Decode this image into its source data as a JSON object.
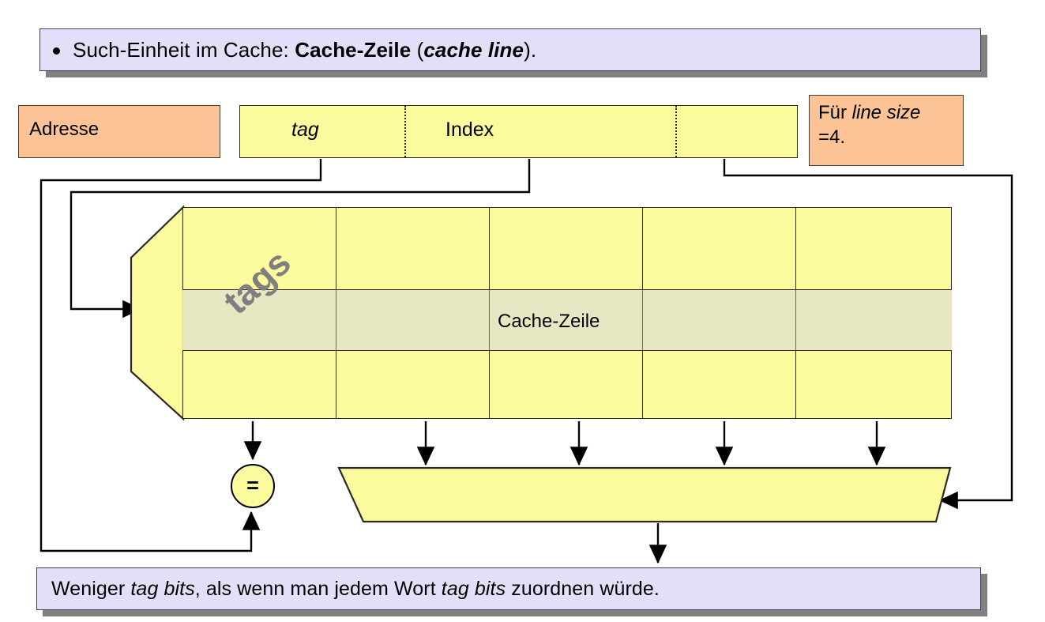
{
  "slide": {
    "top_banner": {
      "bullet": "•",
      "parts": [
        {
          "text": "Such-Einheit im Cache: ",
          "style": "normal"
        },
        {
          "text": "Cache-Zeile",
          "style": "bold"
        },
        {
          "text": " (",
          "style": "normal"
        },
        {
          "text": "cache line",
          "style": "bold-italic"
        },
        {
          "text": ").",
          "style": "normal"
        }
      ],
      "plain": "Such-Einheit im Cache: Cache-Zeile (cache line)."
    },
    "bottom_banner": {
      "parts": [
        {
          "text": "Weniger ",
          "style": "normal"
        },
        {
          "text": "tag bits",
          "style": "italic"
        },
        {
          "text": ", als wenn man jedem Wort ",
          "style": "normal"
        },
        {
          "text": "tag bits",
          "style": "italic"
        },
        {
          "text": " zuordnen würde.",
          "style": "normal"
        }
      ],
      "plain": "Weniger tag bits, als wenn man jedem Wort tag bits zuordnen würde."
    }
  },
  "address": {
    "label": "Adresse",
    "segments": [
      {
        "name": "tag",
        "label": "tag",
        "style": "italic"
      },
      {
        "name": "index",
        "label": "Index",
        "style": "normal"
      },
      {
        "name": "offset",
        "label": "",
        "style": "normal"
      }
    ]
  },
  "note": {
    "parts": [
      {
        "text": "Für ",
        "style": "normal"
      },
      {
        "text": "line size",
        "style": "italic"
      },
      {
        "text": " =4.",
        "style": "normal"
      }
    ],
    "line1_prefix": "Für ",
    "line1_italic": "line size",
    "line2": "=4."
  },
  "cache": {
    "tag_block_label": "tags",
    "highlight_row_label": "Cache-Zeile",
    "columns": 5,
    "data_columns": 4,
    "rows": 3,
    "highlighted_row_index": 1
  },
  "comparator": {
    "symbol": "="
  },
  "mux": {
    "label": ""
  },
  "colors": {
    "banner_fill": "#e2e0f8",
    "banner_border": "#3b3b4d",
    "banner_shadow": "#808080",
    "orange_fill": "#fbc396",
    "orange_border": "#4a3a30",
    "yellow_fill": "#fbfa9c",
    "yellow_border": "#2b2b20",
    "highlight_fill": "#e8e7c4",
    "tags_text": "#7f7f7f",
    "wire": "#000000"
  }
}
